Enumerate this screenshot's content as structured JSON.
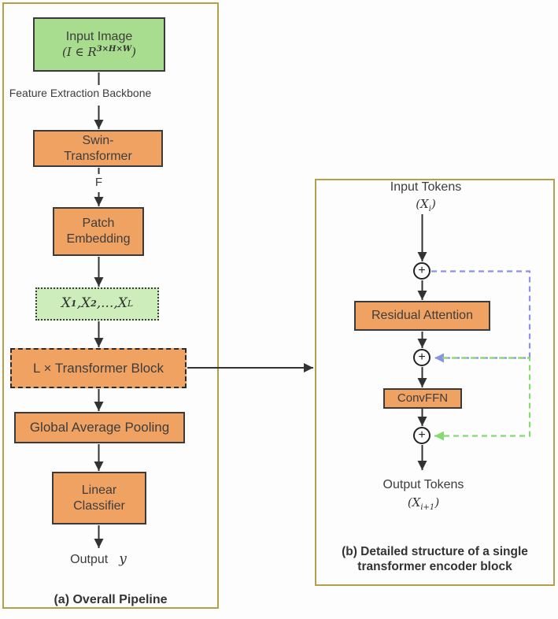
{
  "panel_a": {
    "caption": "(a)  Overall Pipeline",
    "input_image_title": "Input Image",
    "input_image_formula_pre": "(I ∈ R",
    "input_image_formula_sup": "3×H×W",
    "input_image_formula_post": ")",
    "backbone_label": "Feature Extraction Backbone",
    "swin_line1": "Swin-",
    "swin_line2": "Transformer",
    "f_label": "F",
    "patch_line1": "Patch",
    "patch_line2": "Embedding",
    "tokens_p1": "X",
    "tokens_s1": "1",
    "tokens_p2": ",X",
    "tokens_s2": "2",
    "tokens_p3": ",...,X",
    "tokens_s3": "L",
    "transformer_block": "L × Transformer Block",
    "gap": "Global Average Pooling",
    "linear_line1": "Linear",
    "linear_line2": "Classifier",
    "output_label": "Output",
    "output_var": "y"
  },
  "panel_b": {
    "caption_line1": "(b)  Detailed structure of a single",
    "caption_line2": "transformer encoder block",
    "input_tokens": "Input Tokens",
    "xi_pre": "(X",
    "xi_sub": "i",
    "xi_post": ")",
    "residual_attention": "Residual Attention",
    "convffn": "ConvFFN",
    "plus": "+",
    "output_tokens": "Output Tokens",
    "xo_pre": "(X",
    "xo_sub": "i+1",
    "xo_post": ")"
  },
  "colors": {
    "panel_border": "#b3a04b",
    "box_green": "#a8dc8e",
    "box_green_light": "#cdeeba",
    "box_orange": "#f0a262",
    "box_border": "#3a3a3a",
    "arrow_black": "#333333",
    "skip_blue": "#8a93e8",
    "skip_green": "#85da72"
  }
}
